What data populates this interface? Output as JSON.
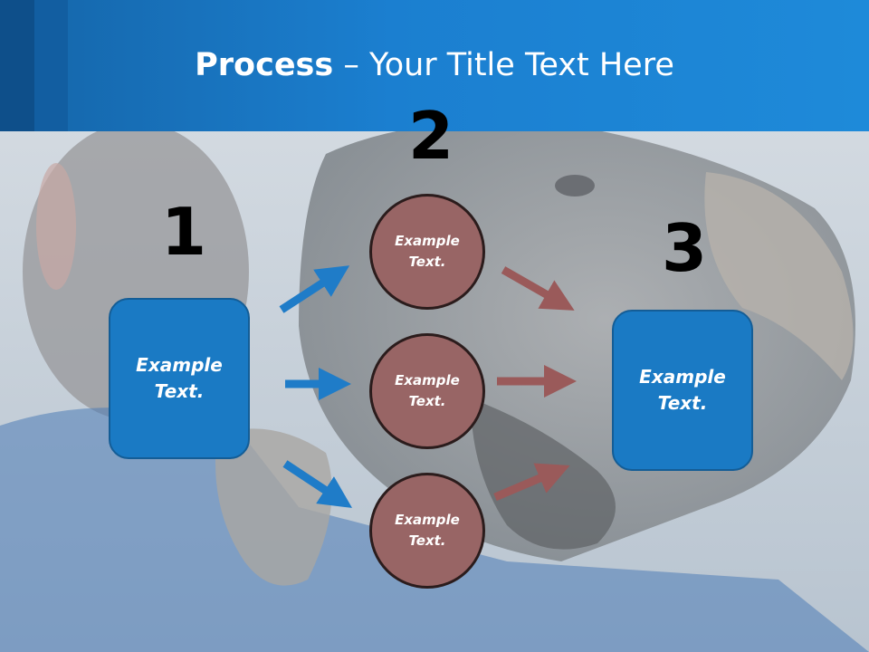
{
  "title": {
    "bold": "Process",
    "rest": " – Your Title Text Here"
  },
  "steps": {
    "one": "1",
    "two": "2",
    "three": "3"
  },
  "left_box": {
    "text": "Example Text."
  },
  "right_box": {
    "text": "Example Text."
  },
  "circles": [
    {
      "text": "Example Text."
    },
    {
      "text": "Example Text."
    },
    {
      "text": "Example Text."
    }
  ],
  "colors": {
    "header": "#1b7fd0",
    "box_fill": "#1a7ac4",
    "circle_fill": "#986565",
    "blue_arrow": "#1f7cc8",
    "red_arrow": "#9a5a5a"
  }
}
